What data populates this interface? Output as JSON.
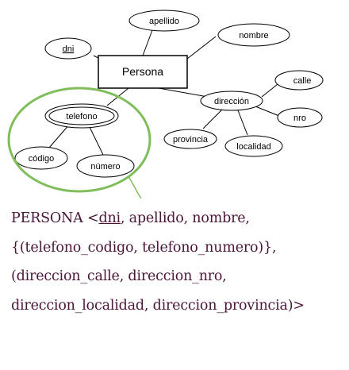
{
  "diagram": {
    "entity": "Persona",
    "attributes": {
      "dni": "dni",
      "apellido": "apellido",
      "nombre": "nombre",
      "telefono": "telefono",
      "codigo": "código",
      "numero": "número",
      "direccion": "dirección",
      "calle": "calle",
      "nro": "nro",
      "provincia": "provincia",
      "localidad": "localidad"
    }
  },
  "schema": {
    "relation_name": "PERSONA <",
    "key": "dni",
    "line1_rest": ", apellido, nombre,",
    "line2": "{(telefono_codigo, telefono_numero)},",
    "line3": "(direccion_calle, direccion_nro,",
    "line4": "direccion_localidad, direccion_provincia)>"
  },
  "colors": {
    "highlight": "#7fbe5a",
    "schema_text": "#4a1638"
  }
}
